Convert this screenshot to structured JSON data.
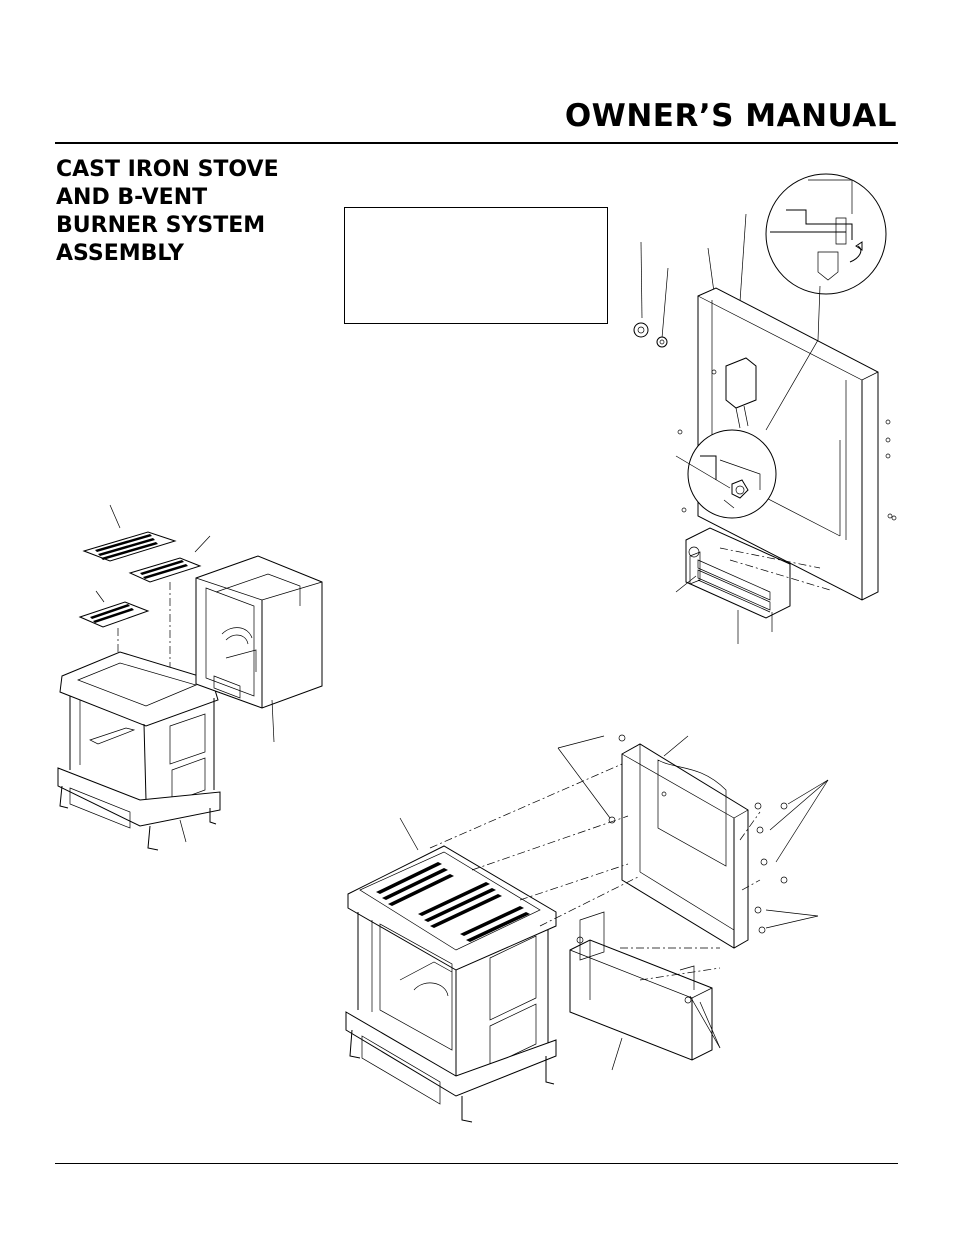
{
  "header": {
    "title": "OWNER’S MANUAL"
  },
  "section": {
    "title_lines": [
      "CAST IRON STOVE",
      "AND B-VENT",
      "BURNER SYSTEM",
      "ASSEMBLY"
    ]
  },
  "note_box": {
    "text": ""
  }
}
